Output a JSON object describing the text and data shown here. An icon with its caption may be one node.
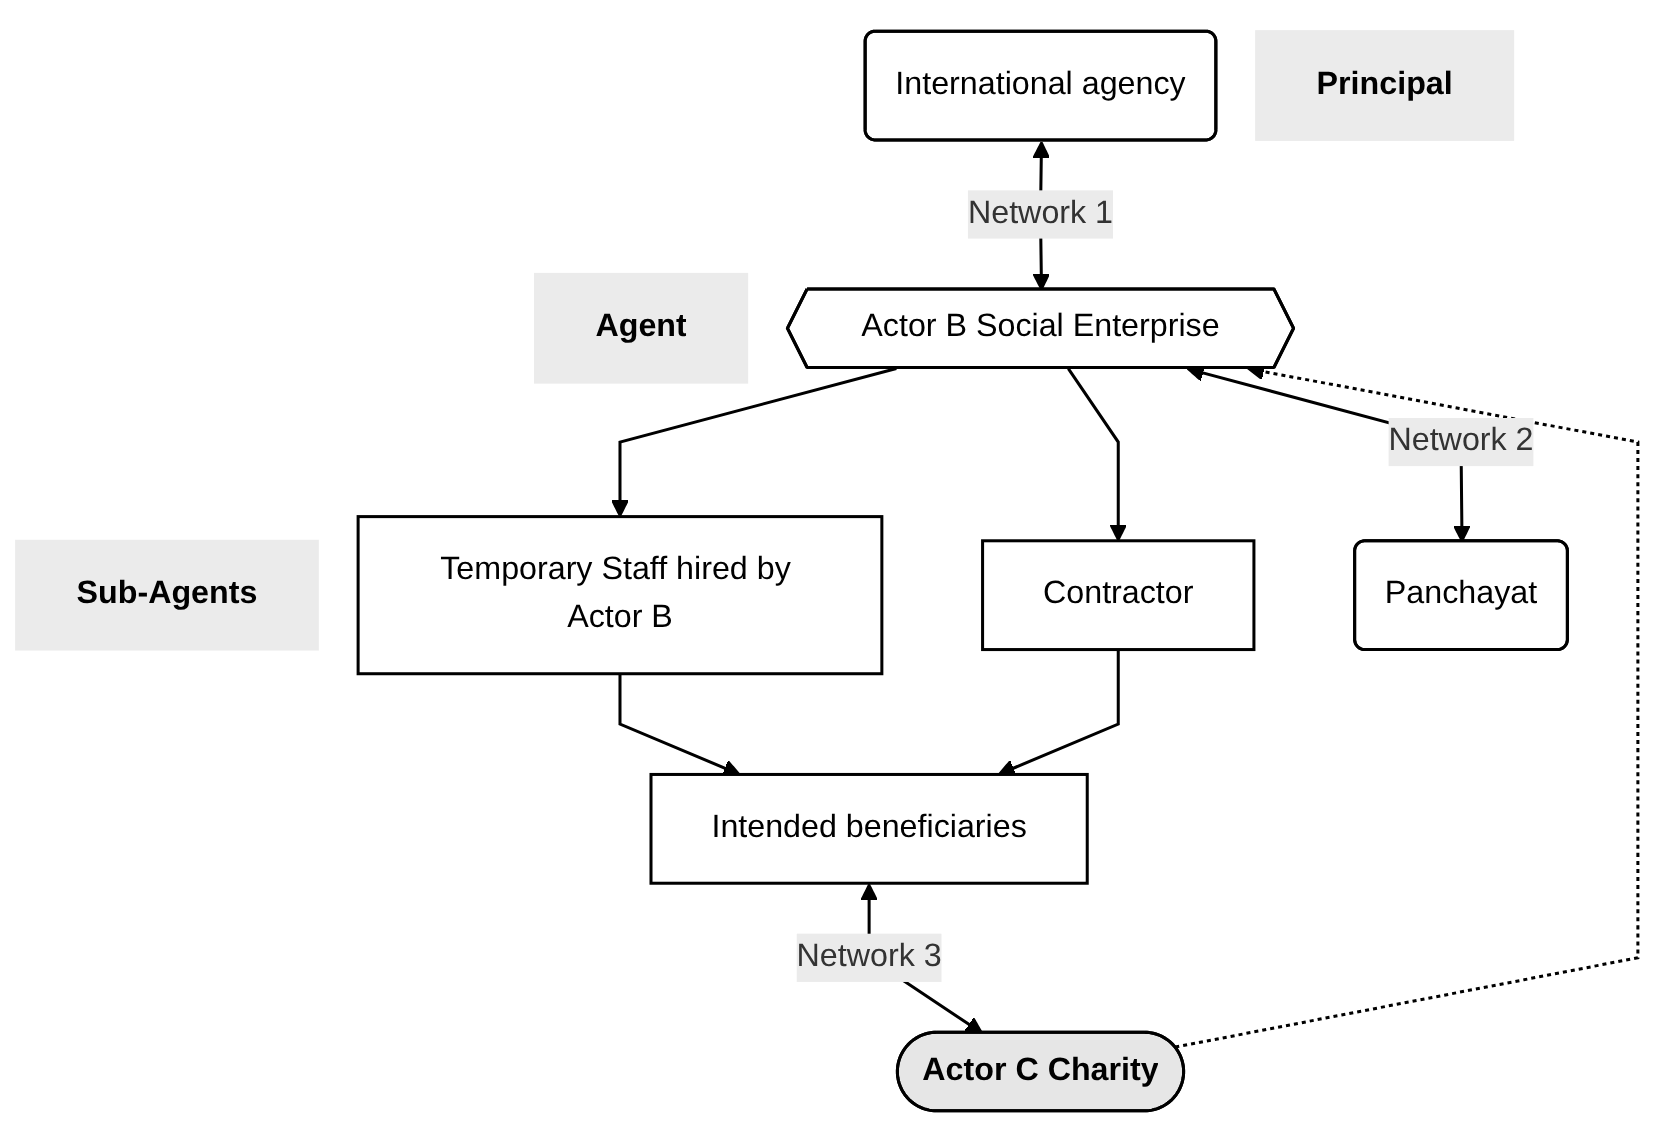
{
  "diagram": {
    "nodes": [
      {
        "text": [
          "International agency"
        ],
        "beside": [
          "Principal"
        ]
      },
      {
        "text": [
          "Actor B Social Enterprise"
        ],
        "beside": [
          "Agent"
        ]
      },
      {
        "text": [
          "Panchayat"
        ]
      },
      {
        "text": [
          "Temporary Staff hired by Actor B"
        ],
        "beside": [
          "Sub-Agents"
        ]
      },
      {
        "text": [
          "Contractor"
        ]
      },
      {
        "text": [
          "Actor C Charity"
        ]
      },
      {
        "text": [
          "Intended beneficiaries"
        ]
      }
    ],
    "edges": [
      {
        "from": 0,
        "to": 1,
        "arrow": "both",
        "label": "Network 1"
      },
      {
        "from": 1,
        "to": 2,
        "arrow": "both",
        "label": "Network 2"
      },
      {
        "from": 1,
        "to": 3,
        "arrow": "to"
      },
      {
        "from": 1,
        "to": 4,
        "arrow": "to"
      },
      {
        "from": 5,
        "to": 1,
        "arrow": "to",
        "style": "dashed"
      },
      {
        "from": 3,
        "to": 6,
        "arrow": "to"
      },
      {
        "from": 4,
        "to": 6,
        "arrow": "to"
      },
      {
        "from": 6,
        "to": 5,
        "arrow": "both",
        "label": "Network 3"
      }
    ]
  }
}
